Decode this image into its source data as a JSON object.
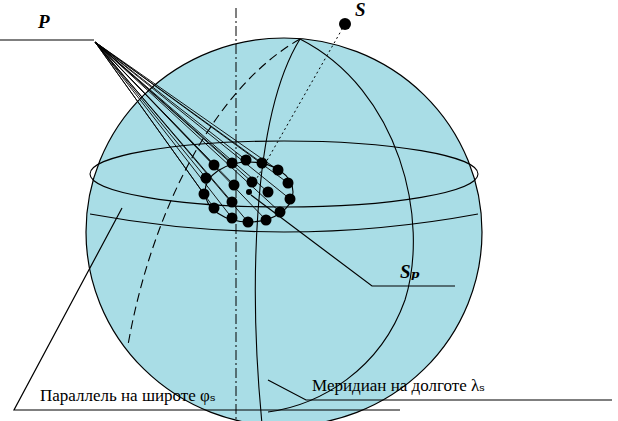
{
  "diagram": {
    "labels": [
      "P",
      "S",
      "Sₚ",
      "Меридиан на долготе λₛ",
      "Параллель на широте φₛ"
    ]
  }
}
